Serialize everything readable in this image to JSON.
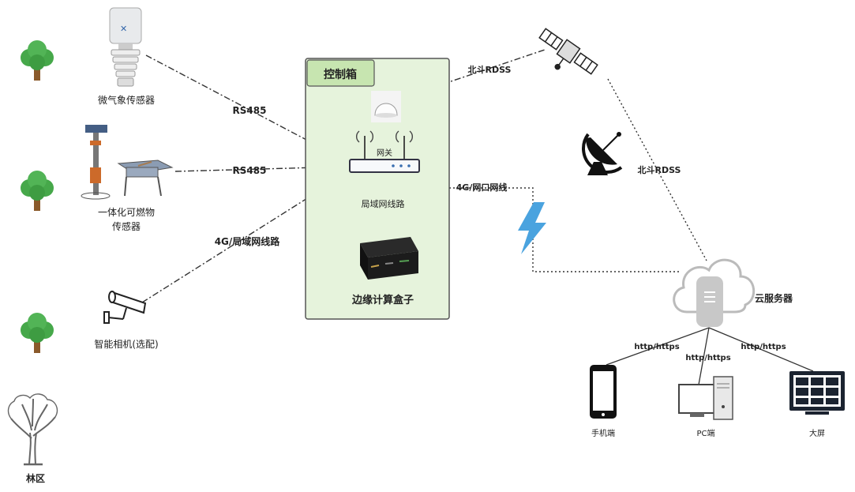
{
  "labels": {
    "weather_sensor": "微气象传感器",
    "gas_sensor_line1": "一体化可燃物",
    "gas_sensor_line2": "传感器",
    "camera": "智能相机(选配)",
    "forest": "林区",
    "rs485_1": "RS485",
    "rs485_2": "RS485",
    "link_lan": "4G/局域网线路",
    "control_box": "控制箱",
    "gateway": "网关",
    "lan_link": "局域网线路",
    "edge_box": "边缘计算盒子",
    "beidou_1": "北斗RDSS",
    "beidou_2": "北斗RDSS",
    "link_4g": "4G/网口网线",
    "cloud_server": "云服务器",
    "http_1": "http/https",
    "http_2": "http/https",
    "http_3": "http/https",
    "mobile": "手机端",
    "pc": "PC端",
    "screen": "大屏"
  },
  "colors": {
    "control_box_fill": "#e6f3dc",
    "control_box_border": "#555555",
    "title_tab_fill": "#c7e5b0",
    "tree_green": "#46a84a",
    "tree_trunk": "#8a5a2b",
    "lightning": "#4aa3df",
    "cloud": "#c8c8c8"
  },
  "icons": [
    "tree-icon",
    "weather-sensor-icon",
    "gas-sensor-icon",
    "camera-icon",
    "bare-tree-icon",
    "antenna-icon",
    "gateway-icon",
    "edge-box-icon",
    "satellite-icon",
    "dish-icon",
    "lightning-icon",
    "cloud-server-icon",
    "mobile-icon",
    "pc-icon",
    "screen-icon"
  ]
}
